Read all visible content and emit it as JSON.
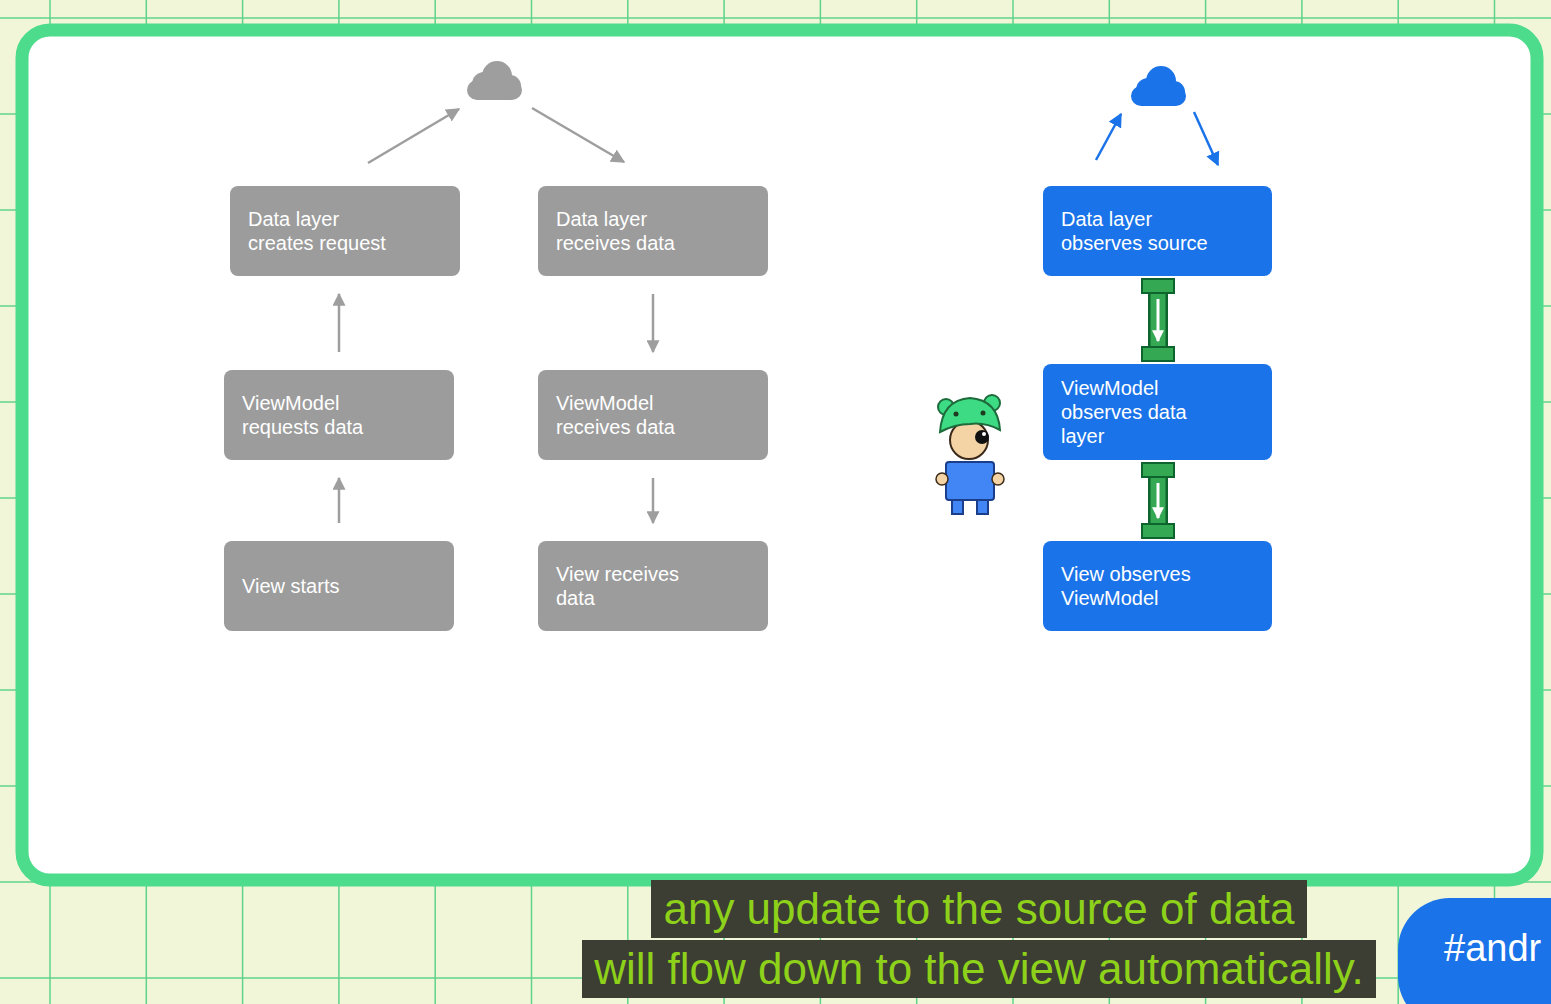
{
  "diagram": {
    "nodes": [
      {
        "text": [
          "Data layer creates request"
        ]
      },
      {
        "text": [
          "Data layer receives data"
        ]
      },
      {
        "text": [
          "ViewModel requests data"
        ]
      },
      {
        "text": [
          "ViewModel receives data"
        ]
      },
      {
        "text": [
          "View starts"
        ]
      },
      {
        "text": [
          "View receives data"
        ]
      },
      {
        "text": [
          "Data layer observes source"
        ]
      },
      {
        "text": [
          "ViewModel observes data layer"
        ]
      },
      {
        "text": [
          "View observes ViewModel"
        ]
      }
    ],
    "edges": [
      {
        "from": 4,
        "to": 2,
        "arrow": "to"
      },
      {
        "from": 2,
        "to": 0,
        "arrow": "to"
      },
      {
        "from": 1,
        "to": 3,
        "arrow": "to"
      },
      {
        "from": 3,
        "to": 5,
        "arrow": "to"
      },
      {
        "from": 6,
        "to": 7,
        "arrow": "to"
      },
      {
        "from": 7,
        "to": 8,
        "arrow": "to"
      }
    ],
    "labels": [
      "any update to the source of data",
      "will flow down to the view automatically.",
      "#andr"
    ]
  }
}
